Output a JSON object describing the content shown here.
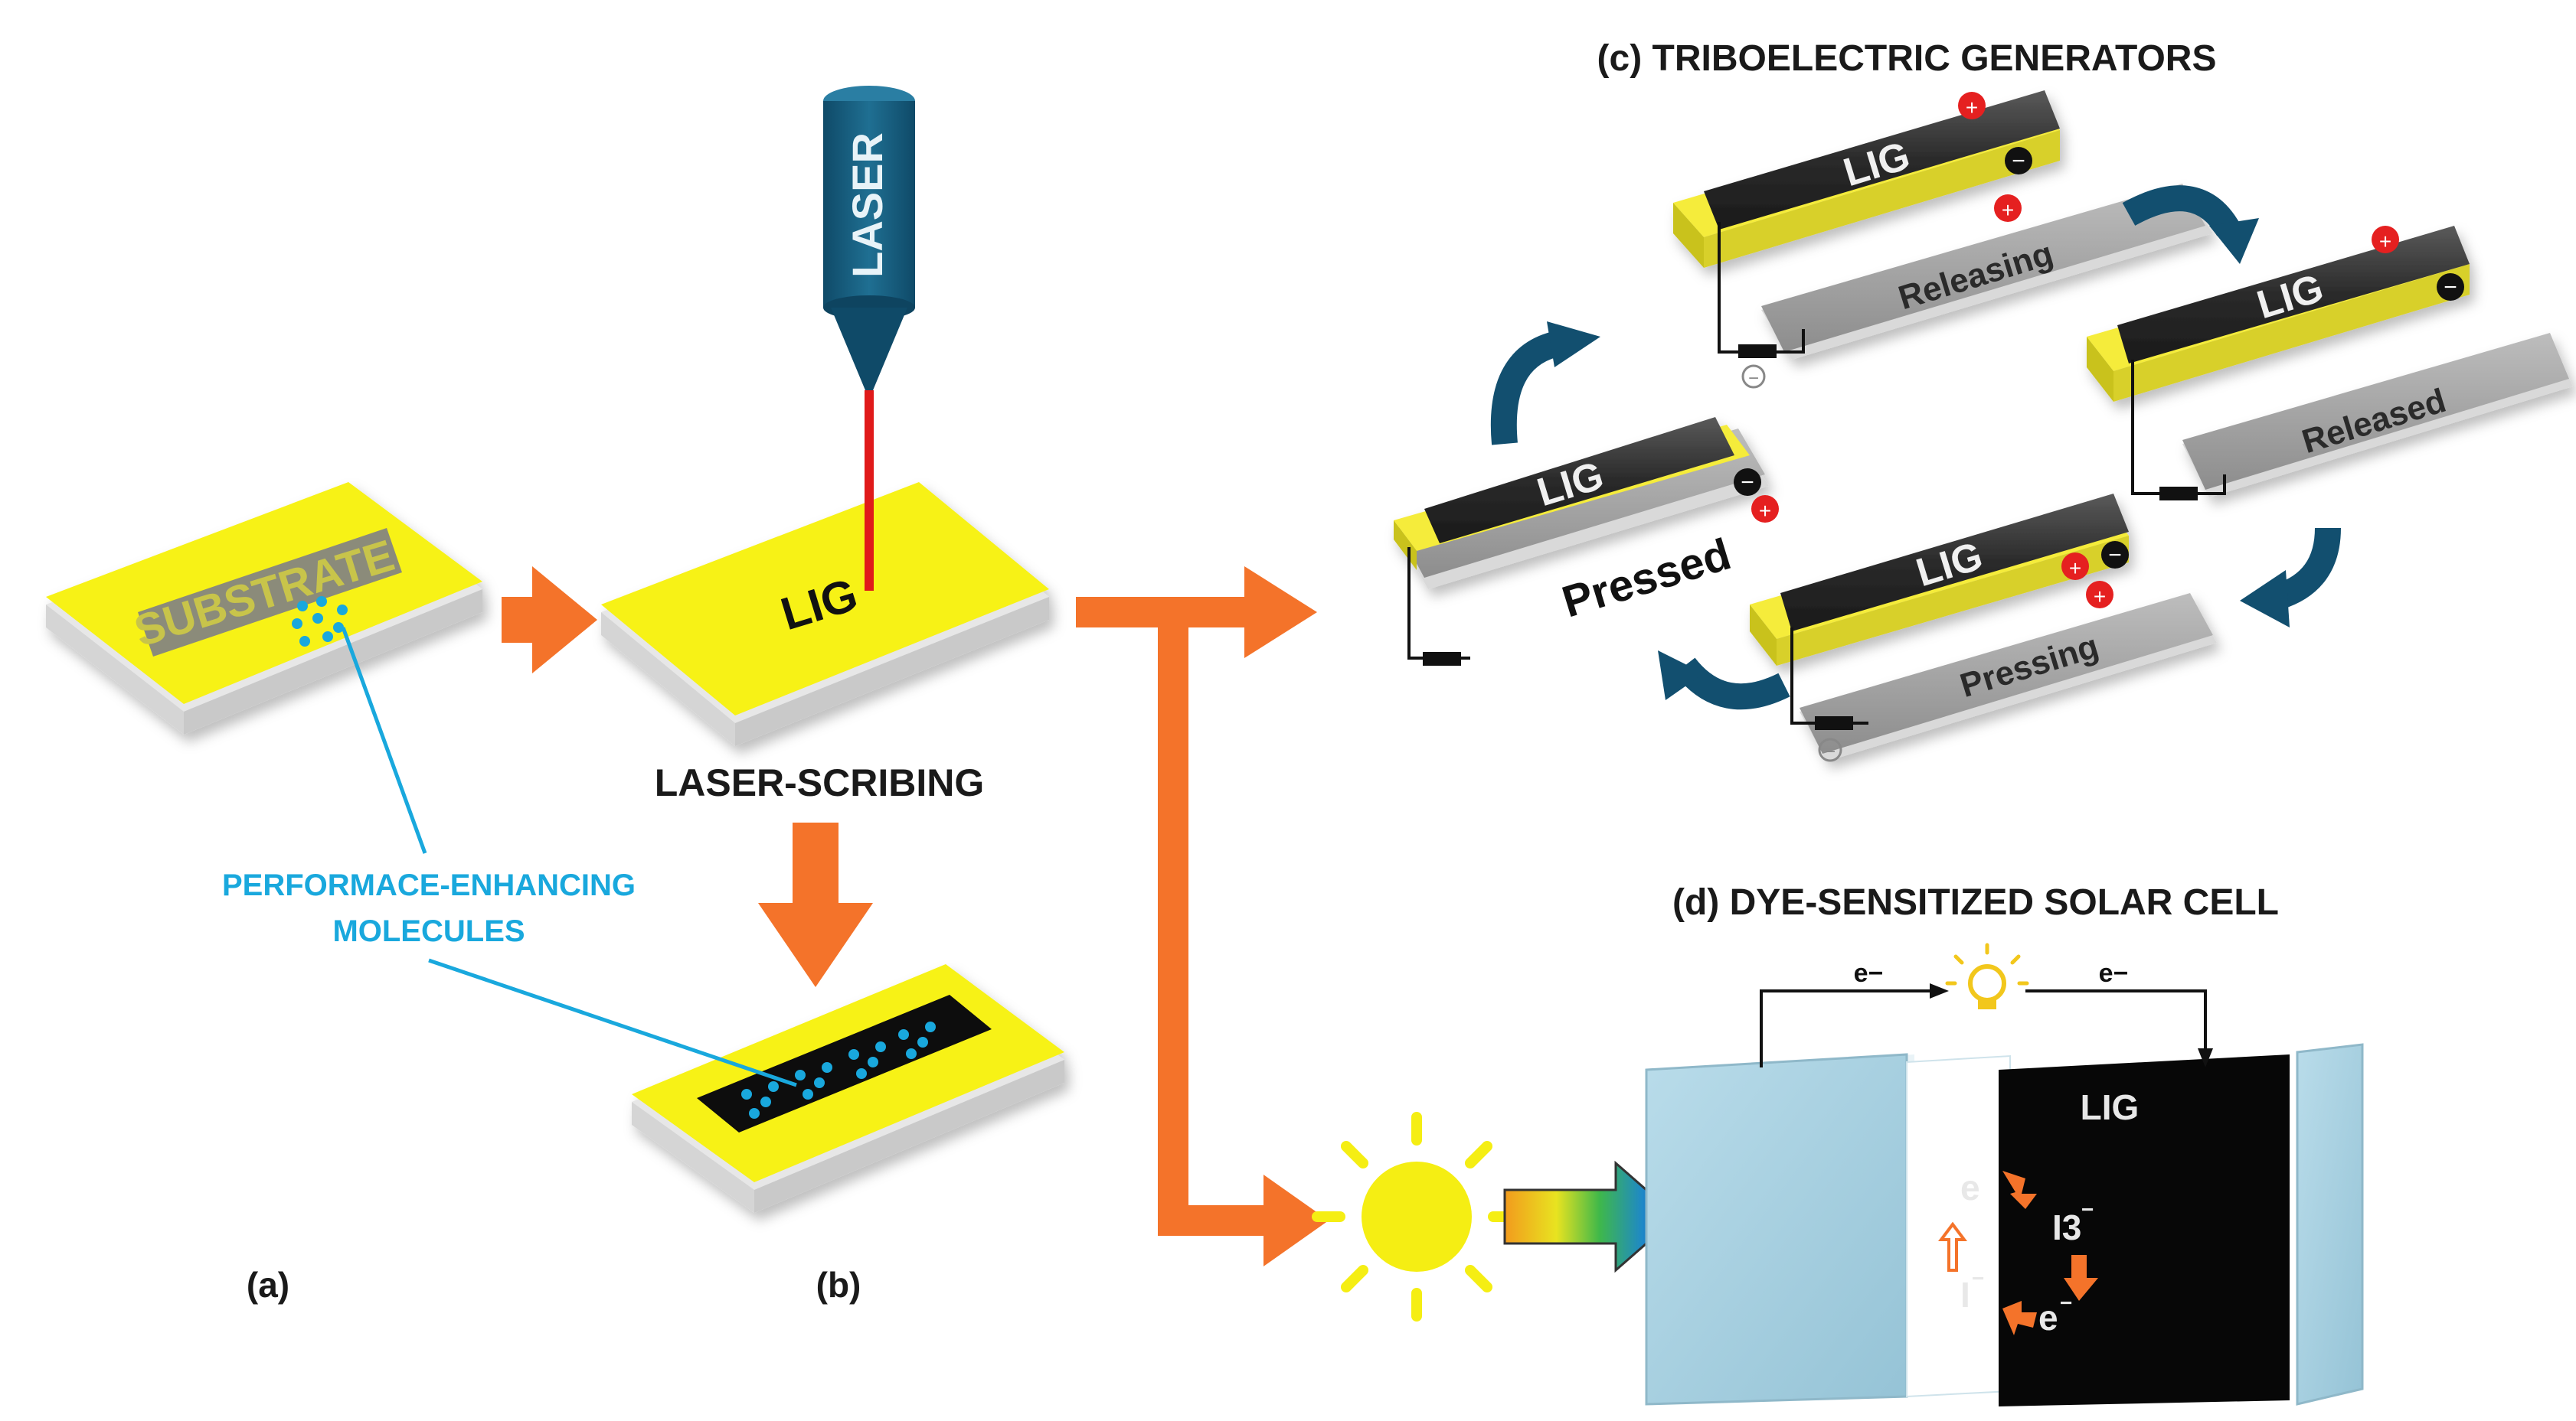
{
  "panel_labels": {
    "a": "(a)",
    "b": "(b)"
  },
  "substrate": {
    "label": "SUBSTRATE"
  },
  "laser": {
    "label": "LASER"
  },
  "lig_label": "LIG",
  "laser_scribing_label": "LASER-SCRIBING",
  "molecules_label": {
    "line1": "PERFORMACE-ENHANCING",
    "line2": "MOLECULES"
  },
  "teng": {
    "title": "(c) TRIBOELECTRIC GENERATORS",
    "states": [
      "Releasing",
      "Released",
      "Pressing",
      "Pressed"
    ],
    "plus": "+",
    "minus": "−",
    "ground": "−"
  },
  "dssc": {
    "title": "(d) DYE-SENSITIZED SOLAR CELL",
    "electron_left": "e−",
    "electron_right": "e−",
    "electrode_label": "LIG",
    "species": {
      "e_top": "e",
      "i3": "I3",
      "i3_sup": "−",
      "i_minus": "I",
      "i_sup": "−",
      "e_bottom": "e",
      "e_bottom_sup": "−"
    }
  },
  "colors": {
    "yellow": "#f7f218",
    "orange": "#f4732a",
    "cyan": "#1aaee6",
    "navy": "#124f6f",
    "glass": "#a9d2e2",
    "red": "#e52020"
  }
}
